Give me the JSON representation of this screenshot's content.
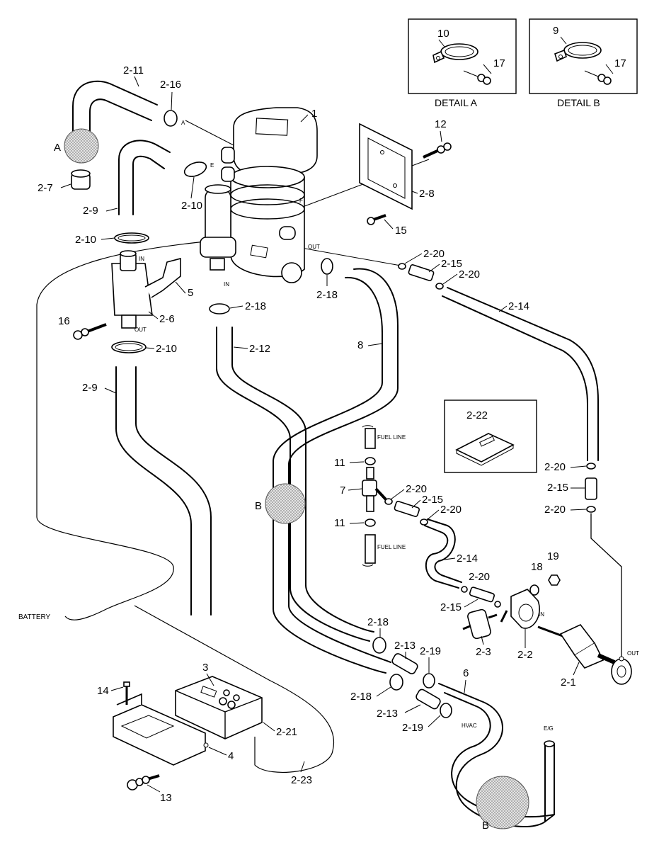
{
  "labels": {
    "p1": "1",
    "p2_1": "2-1",
    "p2_2": "2-2",
    "p2_3": "2-3",
    "p2_6": "2-6",
    "p2_7": "2-7",
    "p2_8": "2-8",
    "p2_9a": "2-9",
    "p2_9b": "2-9",
    "p2_10a": "2-10",
    "p2_10b": "2-10",
    "p2_10c": "2-10",
    "p2_11": "2-11",
    "p2_12": "2-12",
    "p2_13a": "2-13",
    "p2_13b": "2-13",
    "p2_14a": "2-14",
    "p2_14b": "2-14",
    "p2_15a": "2-15",
    "p2_15b": "2-15",
    "p2_15c": "2-15",
    "p2_15d": "2-15",
    "p2_16": "2-16",
    "p2_18a": "2-18",
    "p2_18b": "2-18",
    "p2_18c": "2-18",
    "p2_18d": "2-18",
    "p2_19a": "2-19",
    "p2_19b": "2-19",
    "p2_20a": "2-20",
    "p2_20b": "2-20",
    "p2_20c": "2-20",
    "p2_20d": "2-20",
    "p2_20e": "2-20",
    "p2_20f": "2-20",
    "p2_21": "2-21",
    "p2_22": "2-22",
    "p2_23": "2-23",
    "p3": "3",
    "p4": "4",
    "p5": "5",
    "p6": "6",
    "p7": "7",
    "p8": "8",
    "p9": "9",
    "p10": "10",
    "p11a": "11",
    "p11b": "11",
    "p12": "12",
    "p13": "13",
    "p14": "14",
    "p15": "15",
    "p16": "16",
    "p17a": "17",
    "p17b": "17",
    "p18": "18",
    "p19": "19",
    "markA": "A",
    "markB1": "B",
    "markB2": "B"
  },
  "captions": {
    "detail_a": "DETAIL A",
    "detail_b": "DETAIL B",
    "battery": "BATTERY",
    "fuel_line_top": "FUEL LINE",
    "fuel_line_bottom": "FUEL LINE",
    "hvac": "HVAC",
    "eg": "E/G",
    "in_filter": "IN",
    "in_heater": "IN",
    "in_pump": "IN",
    "out_heater": "OUT",
    "out_filter": "OUT",
    "out_pump": "OUT",
    "port_a": "A",
    "port_e": "E",
    "port_f": "F"
  }
}
